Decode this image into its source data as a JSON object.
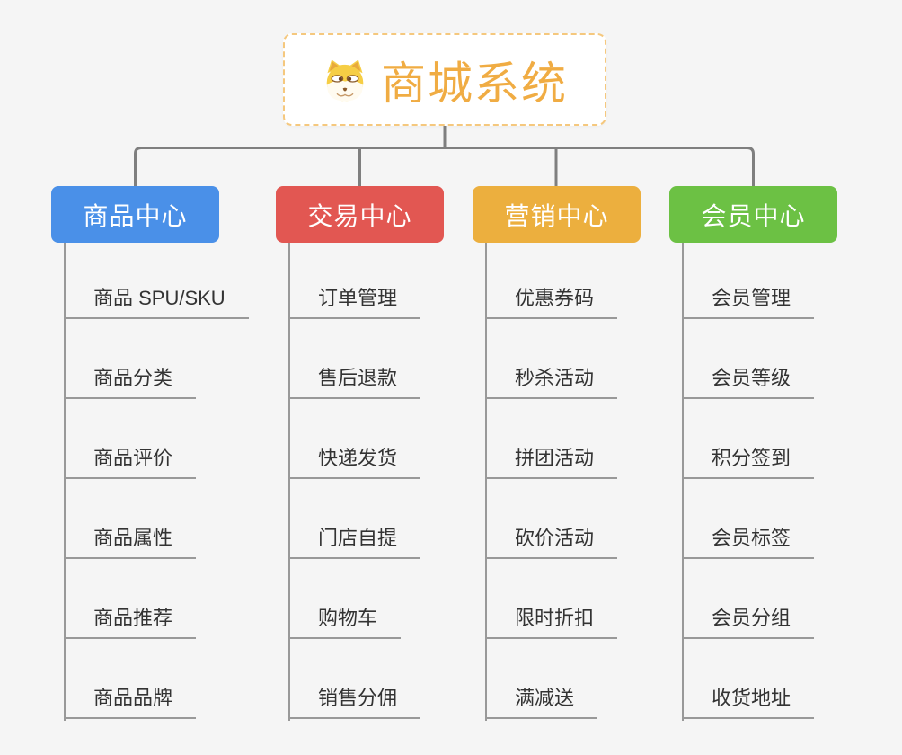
{
  "root": {
    "title": "商城系统",
    "icon": "doge-icon"
  },
  "branches": [
    {
      "label": "商品中心",
      "color": "#4a90e8",
      "items": [
        "商品 SPU/SKU",
        "商品分类",
        "商品评价",
        "商品属性",
        "商品推荐",
        "商品品牌"
      ]
    },
    {
      "label": "交易中心",
      "color": "#e25752",
      "items": [
        "订单管理",
        "售后退款",
        "快递发货",
        "门店自提",
        "购物车",
        "销售分佣"
      ]
    },
    {
      "label": "营销中心",
      "color": "#ecaf3e",
      "items": [
        "优惠券码",
        "秒杀活动",
        "拼团活动",
        "砍价活动",
        "限时折扣",
        "满减送"
      ]
    },
    {
      "label": "会员中心",
      "color": "#6cc144",
      "items": [
        "会员管理",
        "会员等级",
        "积分签到",
        "会员标签",
        "会员分组",
        "收货地址"
      ]
    }
  ],
  "colors": {
    "background": "#f5f5f5",
    "root_title": "#f0ac43",
    "root_border": "#f5c87e",
    "connector": "#7f7f7f",
    "item_line": "#999999",
    "item_text": "#333333",
    "branch_text": "#ffffff"
  }
}
